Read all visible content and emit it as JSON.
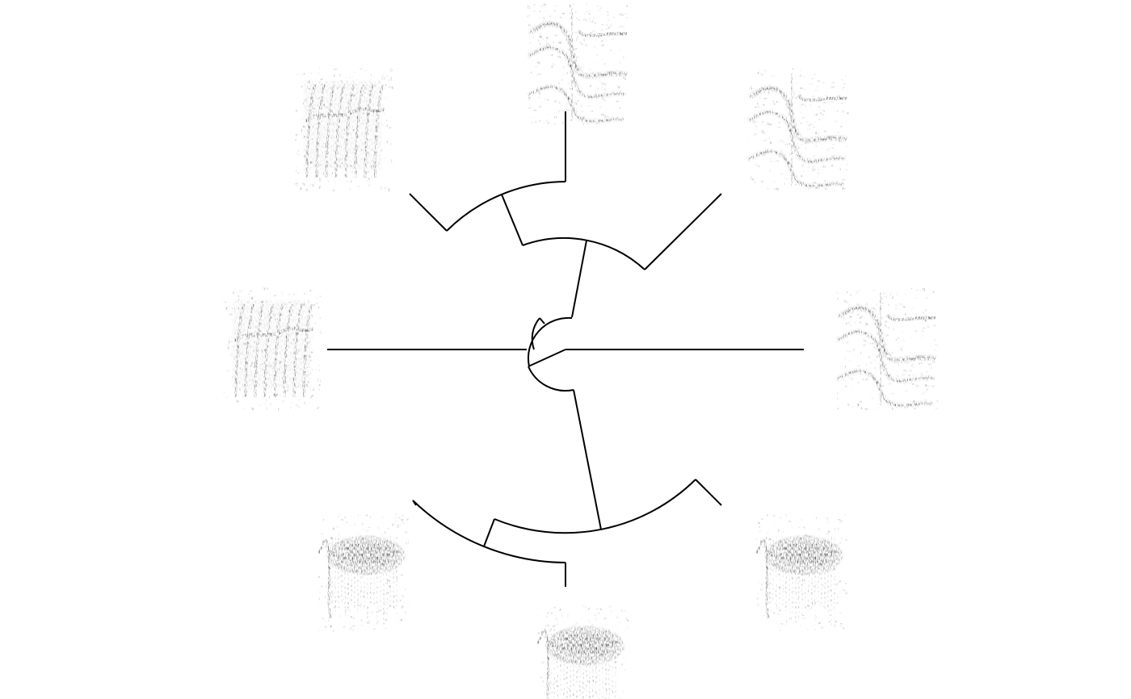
{
  "figure": {
    "type": "circular-dendrogram",
    "background": "#ffffff",
    "branch_color": "#000000",
    "spectrogram_color": "#1a1a1a",
    "leaf_count": 8,
    "leaves": [
      {
        "id": "leaf-top",
        "pattern": "two-tone-swoop"
      },
      {
        "id": "leaf-top-right",
        "pattern": "two-tone-swoop"
      },
      {
        "id": "leaf-right",
        "pattern": "two-tone-swoop"
      },
      {
        "id": "leaf-bottom-right",
        "pattern": "dense-buzz"
      },
      {
        "id": "leaf-bottom",
        "pattern": "dense-buzz"
      },
      {
        "id": "leaf-bottom-left",
        "pattern": "dense-buzz"
      },
      {
        "id": "leaf-left",
        "pattern": "repeated-upsweeps"
      },
      {
        "id": "leaf-top-left",
        "pattern": "repeated-upsweeps"
      }
    ]
  }
}
